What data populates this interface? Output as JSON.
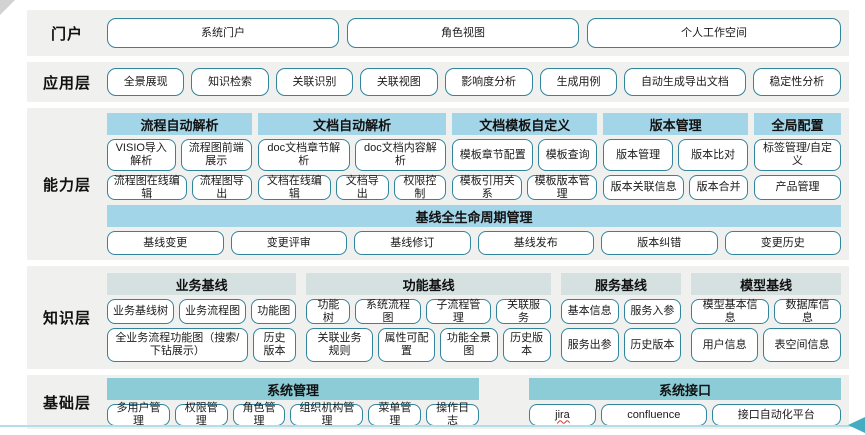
{
  "colors": {
    "band_bg": "#f0f0ef",
    "button_border": "#31849b",
    "capability_header_bg": "#a3d5e8",
    "knowledge_header_bg": "#d5e0e0",
    "foundation_header_bg": "#8bccd6",
    "bottom_line": "#b5dde8",
    "arrow": "#44adc2",
    "corner_triangle": "#d2d2d2"
  },
  "layers": [
    {
      "id": "portal",
      "label": "门户",
      "buttons": [
        "系统门户",
        "角色视图",
        "个人工作空间"
      ]
    },
    {
      "id": "application",
      "label": "应用层",
      "buttons": [
        "全景展现",
        "知识检索",
        "关联识别",
        "关联视图",
        "影响度分析",
        "生成用例",
        "自动生成导出文档",
        "稳定性分析"
      ]
    },
    {
      "id": "capability",
      "label": "能力层",
      "groups": [
        {
          "header": "流程自动解析",
          "rows": [
            [
              "VISIO导入解析",
              "流程图前端展示"
            ],
            [
              "流程图在线编辑",
              "流程图导出"
            ]
          ]
        },
        {
          "header": "文档自动解析",
          "rows": [
            [
              "doc文档章节解析",
              "doc文档内容解析"
            ],
            [
              "文档在线编辑",
              "文档导出",
              "权限控制"
            ]
          ]
        },
        {
          "header": "文档模板自定义",
          "rows": [
            [
              "模板章节配置",
              "模板查询"
            ],
            [
              "模板引用关系",
              "模板版本管理"
            ]
          ]
        },
        {
          "header": "版本管理",
          "rows": [
            [
              "版本管理",
              "版本比对"
            ],
            [
              "版本关联信息",
              "版本合并"
            ]
          ]
        },
        {
          "header": "全局配置",
          "rows": [
            [
              "标签管理/自定义"
            ],
            [
              "产品管理"
            ]
          ]
        }
      ],
      "footer_group": {
        "header": "基线全生命周期管理",
        "buttons": [
          "基线变更",
          "变更评审",
          "基线修订",
          "基线发布",
          "版本纠错",
          "变更历史"
        ]
      }
    },
    {
      "id": "knowledge",
      "label": "知识层",
      "groups": [
        {
          "header": "业务基线",
          "rows": [
            [
              "业务基线树",
              "业务流程图",
              "功能图"
            ],
            [
              "全业务流程功能图（搜索/下钻展示）",
              "历史版本"
            ]
          ]
        },
        {
          "header": "功能基线",
          "rows": [
            [
              "功能树",
              "系统流程图",
              "子流程管理",
              "关联服务"
            ],
            [
              "关联业务规则",
              "属性可配置",
              "功能全景图",
              "历史版本"
            ]
          ]
        },
        {
          "header": "服务基线",
          "rows": [
            [
              "基本信息",
              "服务入参"
            ],
            [
              "服务出参",
              "历史版本"
            ]
          ]
        },
        {
          "header": "模型基线",
          "rows": [
            [
              "模型基本信息",
              "数据库信息"
            ],
            [
              "用户信息",
              "表空间信息"
            ]
          ]
        }
      ]
    },
    {
      "id": "foundation",
      "label": "基础层",
      "groups": [
        {
          "header": "系统管理",
          "rows": [
            [
              "多用户管理",
              "权限管理",
              "角色管理",
              "组织机构管理",
              "菜单管理",
              "操作日志"
            ]
          ]
        },
        {
          "header": "系统接口",
          "rows": [
            [
              "jira",
              "confluence",
              "接口自动化平台"
            ]
          ]
        }
      ]
    }
  ],
  "spellcheck_marked": [
    "jira"
  ]
}
